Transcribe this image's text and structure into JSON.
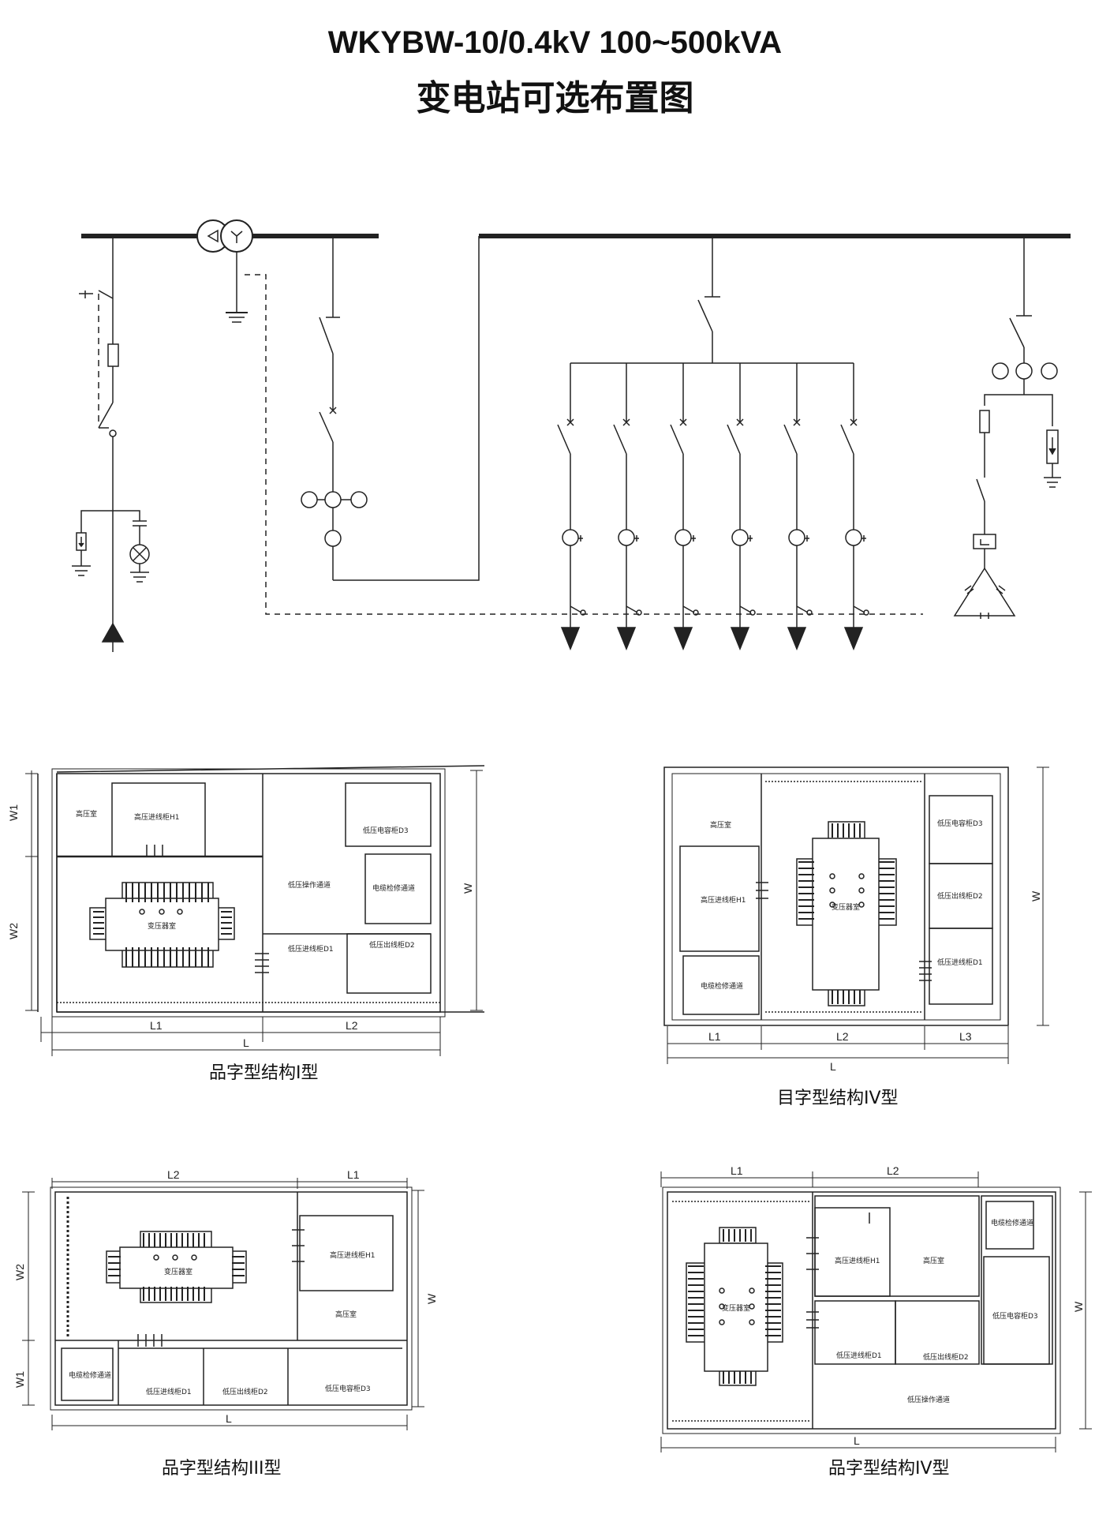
{
  "title": {
    "line1": "WKYBW-10/0.4kV 100~500kVA",
    "line2": "变电站可选布置图"
  },
  "layouts": {
    "pin1": {
      "caption": "品字型结构I型",
      "rooms": [
        "高压室",
        "高压进线柜H1",
        "低压电容柜D3",
        "低压操作通道",
        "电缆检修通道",
        "变压器室",
        "低压进线柜D1",
        "低压出线柜D2"
      ],
      "dims": [
        "W1",
        "W2",
        "W",
        "L1",
        "L2",
        "L"
      ]
    },
    "mu4": {
      "caption": "目字型结构IV型",
      "rooms": [
        "高压室",
        "高压进线柜H1",
        "电缆检修通道",
        "变压器室",
        "低压电容柜D3",
        "低压出线柜D2",
        "低压进线柜D1"
      ],
      "dims": [
        "W",
        "L1",
        "L2",
        "L3",
        "L"
      ]
    },
    "pin3": {
      "caption": "品字型结构III型",
      "rooms": [
        "高压进线柜H1",
        "变压器室",
        "高压室",
        "电缆检修通道",
        "低压进线柜D1",
        "低压出线柜D2",
        "低压电容柜D3"
      ],
      "dims": [
        "L2",
        "L1",
        "W2",
        "W1",
        "W",
        "L"
      ]
    },
    "pin4": {
      "caption": "品字型结构IV型",
      "rooms": [
        "电缆检修通道",
        "高压进线柜H1",
        "高压室",
        "变压器室",
        "低压电容柜D3",
        "低压进线柜D1",
        "低压出线柜D2",
        "低压操作通道"
      ],
      "dims": [
        "L1",
        "L2",
        "W",
        "L"
      ]
    }
  }
}
